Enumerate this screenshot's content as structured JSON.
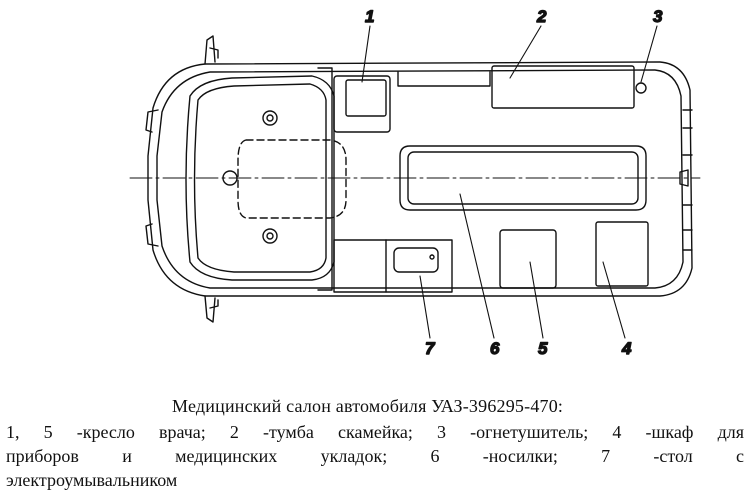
{
  "diagram": {
    "callouts": [
      {
        "id": "1",
        "label": "1"
      },
      {
        "id": "2",
        "label": "2"
      },
      {
        "id": "3",
        "label": "3"
      },
      {
        "id": "4",
        "label": "4"
      },
      {
        "id": "5",
        "label": "5"
      },
      {
        "id": "6",
        "label": "6"
      },
      {
        "id": "7",
        "label": "7"
      }
    ]
  },
  "caption": {
    "title": "Медицинский салон автомобиля УАЗ-396295-470:",
    "line1": "1, 5 -кресло врача; 2 -тумба скамейка; 3 -огнетушитель; 4 -шкаф для",
    "line2": "приборов и медицинских укладок; 6 -носилки; 7 -стол с",
    "line3": "электроумывальником"
  }
}
